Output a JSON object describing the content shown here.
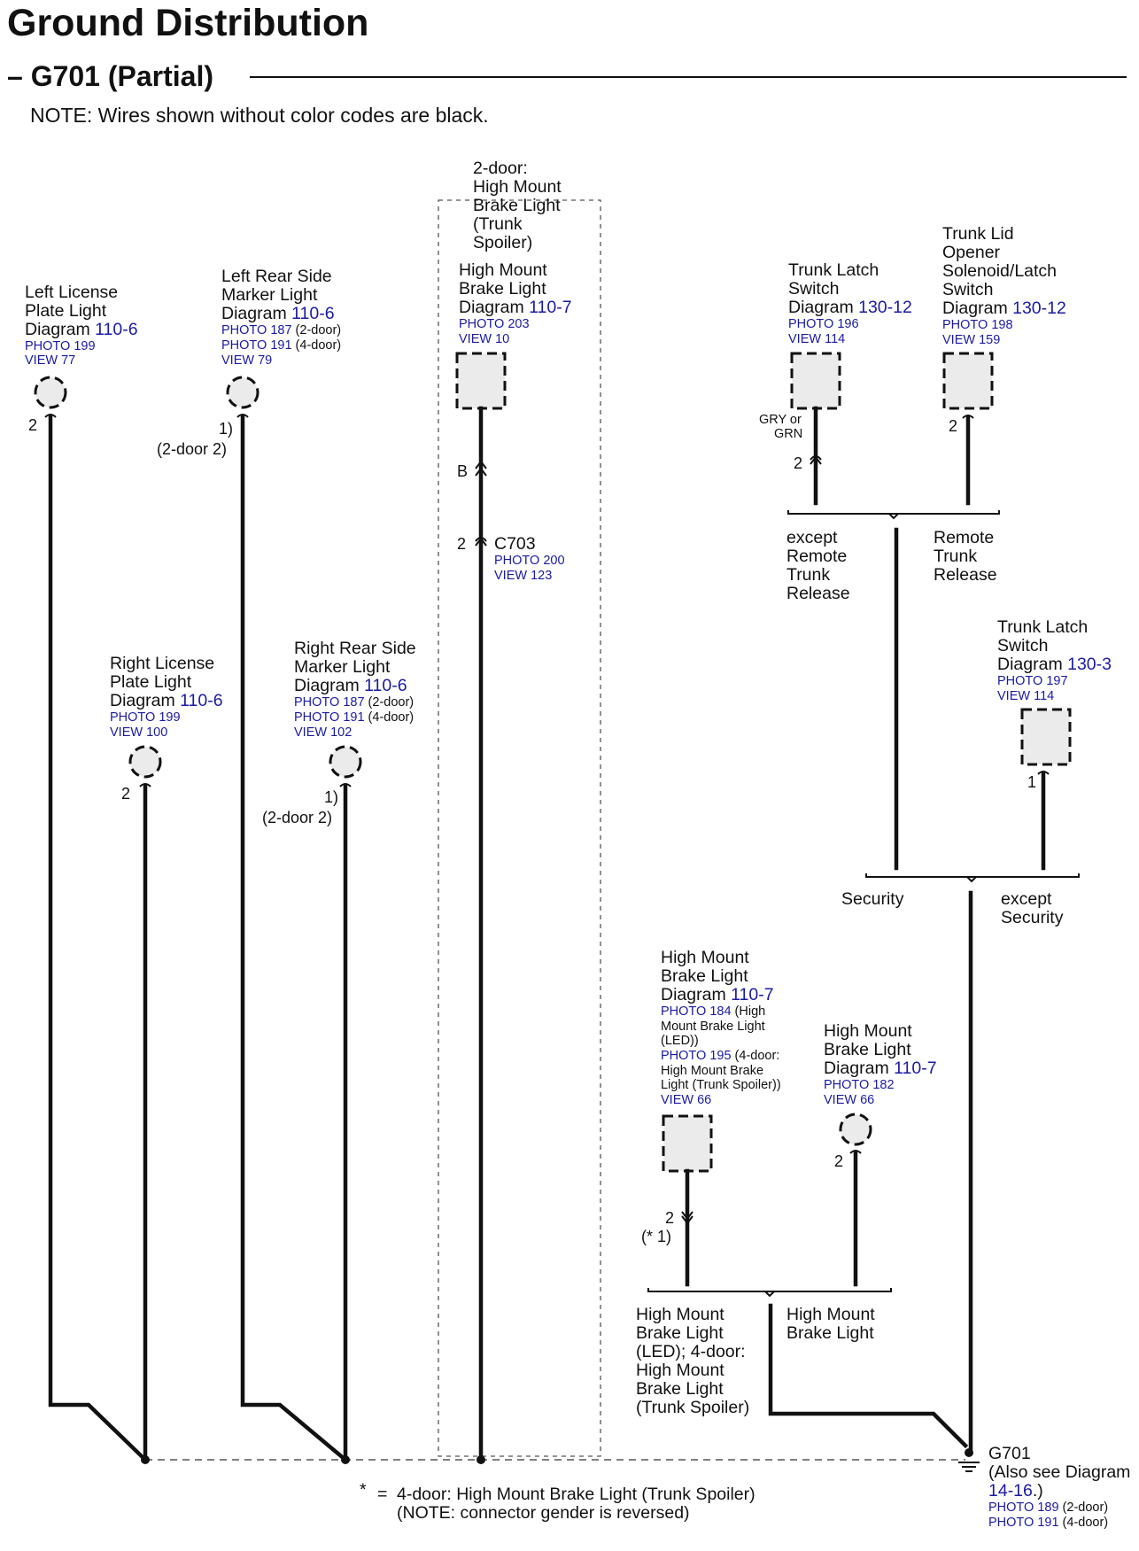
{
  "page": {
    "title": "Ground Distribution",
    "subtitle": "– G701 (Partial)",
    "note": "NOTE: Wires shown without color codes are black."
  },
  "components": {
    "left_license": {
      "name": [
        "Left License",
        "Plate Light",
        "Diagram "
      ],
      "diagram": "110-6",
      "refs": [
        "PHOTO 199",
        "VIEW 77"
      ],
      "pin": "2",
      "icon": "bulb-icon"
    },
    "left_side_marker": {
      "name": [
        "Left Rear Side",
        "Marker Light",
        "Diagram "
      ],
      "diagram": "110-6",
      "refs": [
        [
          "PHOTO 187",
          " (2-door)"
        ],
        [
          "PHOTO 191",
          " (4-door)"
        ],
        [
          "VIEW 79",
          ""
        ]
      ],
      "pin": [
        "1)",
        "(2-door 2)"
      ],
      "icon": "bulb-icon"
    },
    "right_license": {
      "name": [
        "Right License",
        "Plate Light",
        "Diagram "
      ],
      "diagram": "110-6",
      "refs": [
        "PHOTO 199",
        "VIEW 100"
      ],
      "pin": "2",
      "icon": "bulb-icon"
    },
    "right_side_marker": {
      "name": [
        "Right Rear Side",
        "Marker Light",
        "Diagram "
      ],
      "diagram": "110-6",
      "refs": [
        [
          "PHOTO 187",
          " (2-door)"
        ],
        [
          "PHOTO 191",
          " (4-door)"
        ],
        [
          "VIEW 102",
          ""
        ]
      ],
      "pin": [
        "1)",
        "(2-door 2)"
      ],
      "icon": "bulb-icon"
    },
    "hmbl_trunk_spoiler": {
      "header": [
        "2-door:",
        "High Mount",
        "Brake Light",
        "(Trunk",
        "Spoiler)"
      ],
      "name": [
        "High Mount",
        "Brake Light",
        "Diagram "
      ],
      "diagram": "110-7",
      "refs": [
        "PHOTO 203",
        "VIEW 10"
      ],
      "connector_b": "B",
      "connector_pin": "2",
      "connector": "C703",
      "connector_refs": [
        "PHOTO 200",
        "VIEW 123"
      ],
      "icon": "component-box-icon"
    },
    "trunk_latch_switch_1": {
      "name": [
        "Trunk Latch",
        "Switch",
        "Diagram "
      ],
      "diagram": "130-12",
      "refs": [
        "PHOTO 196",
        "VIEW 114"
      ],
      "wire_color": [
        "GRY or",
        "GRN"
      ],
      "pin": "2",
      "icon": "component-box-icon"
    },
    "trunk_lid_opener": {
      "name": [
        "Trunk Lid",
        "Opener",
        "Solenoid/Latch",
        "Switch",
        "Diagram "
      ],
      "diagram": "130-12",
      "refs": [
        "PHOTO 198",
        "VIEW 159"
      ],
      "pin": "2",
      "icon": "component-box-icon"
    },
    "trunk_latch_switch_2": {
      "name": [
        "Trunk Latch",
        "Switch",
        "Diagram "
      ],
      "diagram": "130-3",
      "refs": [
        "PHOTO 197",
        "VIEW 114"
      ],
      "pin": "1",
      "icon": "component-box-icon"
    },
    "hmbl_led": {
      "name": [
        "High Mount",
        "Brake Light",
        "Diagram "
      ],
      "diagram": "110-7",
      "refs": [
        [
          "PHOTO 184",
          " (High"
        ],
        [
          "",
          "Mount Brake Light"
        ],
        [
          "",
          "(LED))"
        ],
        [
          "PHOTO 195",
          " (4-door:"
        ],
        [
          "",
          "High Mount Brake"
        ],
        [
          "",
          "Light (Trunk Spoiler))"
        ],
        [
          "VIEW 66",
          ""
        ]
      ],
      "pin": [
        "2",
        "(* 1)"
      ],
      "icon": "component-box-icon"
    },
    "hmbl_bulb": {
      "name": [
        "High Mount",
        "Brake Light",
        "Diagram "
      ],
      "diagram": "110-7",
      "refs": [
        "PHOTO 182",
        "VIEW 66"
      ],
      "pin": "2",
      "icon": "bulb-icon"
    }
  },
  "branches": {
    "except_remote": [
      "except",
      "Remote",
      "Trunk",
      "Release"
    ],
    "remote": [
      "Remote",
      "Trunk",
      "Release"
    ],
    "security": "Security",
    "except_security": [
      "except",
      "Security"
    ],
    "hmbl_led_branch": [
      "High Mount",
      "Brake Light",
      "(LED); 4-door:",
      "High Mount",
      "Brake Light",
      "(Trunk Spoiler)"
    ],
    "hmbl_branch": [
      "High Mount",
      "Brake Light"
    ]
  },
  "ground": {
    "name": "G701",
    "see_also": [
      "(Also see",
      "Diagram",
      "14-16",
      ".)"
    ],
    "refs": [
      [
        "PHOTO 189",
        " (2-door)"
      ],
      [
        "PHOTO 191",
        " (4-door)"
      ]
    ],
    "icon": "ground-icon"
  },
  "footnote": {
    "star": "*",
    "eq": "=",
    "line1": "4-door: High Mount Brake Light (Trunk Spoiler)",
    "line2": "(NOTE: connector gender is reversed)"
  }
}
